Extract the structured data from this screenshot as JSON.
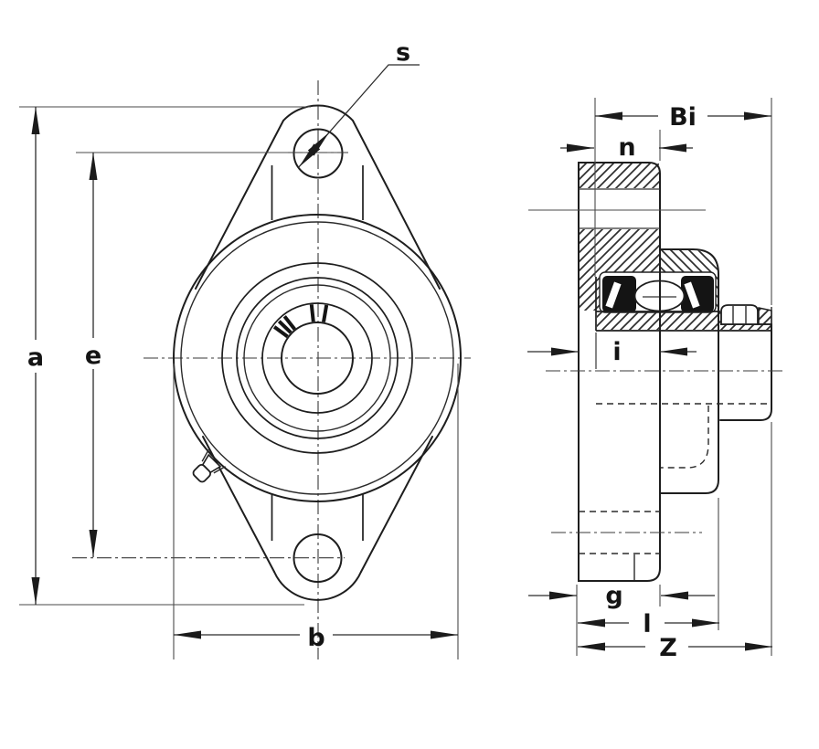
{
  "drawing": {
    "labels": {
      "s": "s",
      "a": "a",
      "e": "e",
      "b": "b",
      "bi": "Bi",
      "n": "n",
      "i": "i",
      "g": "g",
      "l": "l",
      "z": "Z"
    },
    "colors": {
      "background": "#ffffff",
      "line_primary": "#1e1e1e",
      "line_secondary": "#4a4a4a"
    }
  }
}
